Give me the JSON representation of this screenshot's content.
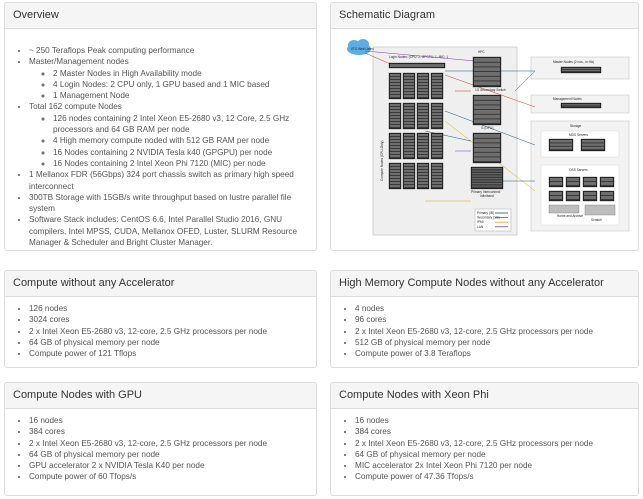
{
  "overview": {
    "title": "Overview",
    "items": [
      {
        "text": "~ 250 Teraflops Peak computing performance"
      },
      {
        "text": "Master/Management nodes",
        "children": [
          "2 Master Nodes in High Availability mode",
          "4 Login Nodes: 2 CPU only, 1 GPU based and 1 MIC based",
          "1 Management Node"
        ]
      },
      {
        "text": "Total 162 compute Nodes",
        "children": [
          "126 nodes containing 2 Intel Xeon E5-2680 v3, 12 Core, 2.5 GHz processors and 64 GB RAM per node",
          "4 High memory compute noded with 512 GB RAM per node",
          "16 Nodes containing 2 NVIDIA Tesla k40 (GPGPU) per node",
          "16 Nodes containing 2 Intel Xeon Phi 7120 (MIC) per node"
        ]
      },
      {
        "text": "1 Mellanox FDR (56Gbps) 324 port chassis switch as primary high speed interconnect"
      },
      {
        "text": "300TB Storage with 15GB/s write throughput based on lustre parallel file system"
      },
      {
        "text": "Software Stack includes: CentOS 6.6, Intel Parallel Studio 2016, GNU compilers, Intel MPSS, CUDA, Mellanox OFED, Luster, SLURM Resource Manager & Scheduler and Bright Cluster Manager."
      }
    ]
  },
  "schematic": {
    "title": "Schematic Diagram",
    "labels": {
      "cloud": "IITG Web Users",
      "login": "Login Nodes: (CPU: 2, GPGPU: 1, MIC: 1",
      "hpc": "HPC",
      "master": "Master Nodes (2 nos., in HA)",
      "management": "Management Nodes",
      "storage": "Storage",
      "mds": "MDS Servers",
      "oss": "OSS Servers",
      "home": "Home and Archive",
      "scratch": "Scratch",
      "interconnect": "Primary Interconnect",
      "infiniband": "Infiniband",
      "switch": "1G Secondary Switch",
      "gpu": "G (GPU)",
      "compute": "Compute Nodes (CPU-Only)",
      "legend": [
        "Primary (IB)",
        "Secondary (1G)",
        "IPMI",
        "LAN"
      ]
    },
    "colors": {
      "line_primary": "#1a5276",
      "line_secondary": "#c0392b",
      "line_ipmi": "#d4ac0d",
      "line_lan": "#7d3c98",
      "cloud": "#5dade2",
      "rack": "#2c2c2c"
    }
  },
  "compute": {
    "title": "Compute without any Accelerator",
    "items": [
      "126 nodes",
      "3024 cores",
      "2 x Intel Xeon E5-2680 v3, 12-core, 2.5 GHz processors per node",
      "64 GB of physical memory per node",
      "Compute power of 121 Tflops"
    ]
  },
  "highmem": {
    "title": "High Memory Compute Nodes without any Accelerator",
    "items": [
      "4 nodes",
      "96 cores",
      "2 x Intel Xeon E5-2680 v3, 12-core, 2.5 GHz processors per node",
      "512 GB of physical memory per node",
      "Compute power of 3.8 Teraflops"
    ]
  },
  "gpu": {
    "title": "Compute Nodes with GPU",
    "items": [
      "16 nodes",
      "384 cores",
      "2 x Intel Xeon E5-2680 v3, 12-core, 2.5 GHz processors per node",
      "64 GB of physical memory per node",
      "GPU accelerator 2 x NVIDIA Tesla K40 per node",
      "Compute power of 60 Tfops/s"
    ]
  },
  "phi": {
    "title": "Compute Nodes with Xeon Phi",
    "items": [
      "16 nodes",
      "384 cores",
      "2 x Intel Xeon E5-2680 v3, 12-core, 2.5 GHz processors per node",
      "64 GB of physical memory per node",
      "MIC accelerator 2x Intel Xeon Phi 7120 per node",
      "Compute power of 47.36 Tfops/s"
    ]
  }
}
